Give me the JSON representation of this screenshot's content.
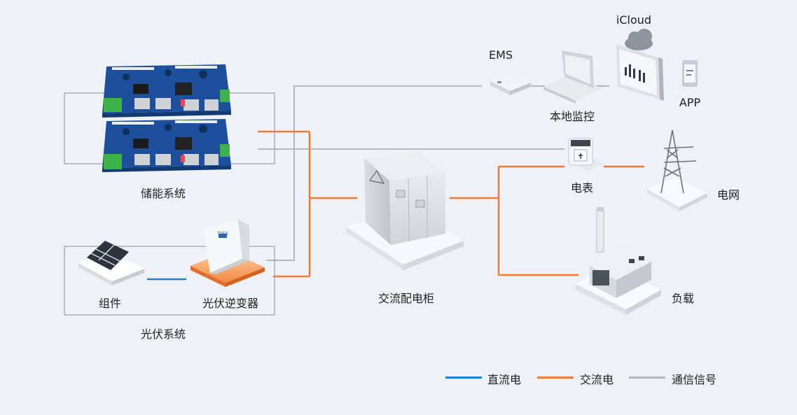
{
  "labels": {
    "storage_system": "储能系统",
    "pv_system": "光伏系统",
    "pv_module": "组件",
    "pv_inverter": "光伏逆变器",
    "ac_cabinet": "交流配电柜",
    "ems": "EMS",
    "local_monitor": "本地监控",
    "icloud": "iCloud",
    "app": "APP",
    "meter": "电表",
    "grid": "电网",
    "load": "负载",
    "inverter_logo": "TIES"
  },
  "legend": [
    {
      "label": "直流电",
      "color": "#1e7fd6"
    },
    {
      "label": "交流电",
      "color": "#f07a3a"
    },
    {
      "label": "通信信号",
      "color": "#b3b8bd"
    }
  ],
  "colors": {
    "dc": "#1e7fd6",
    "ac": "#f07a3a",
    "signal": "#b3b8bd",
    "pcb": "#1d4f9c",
    "background": "#eef2f6"
  }
}
